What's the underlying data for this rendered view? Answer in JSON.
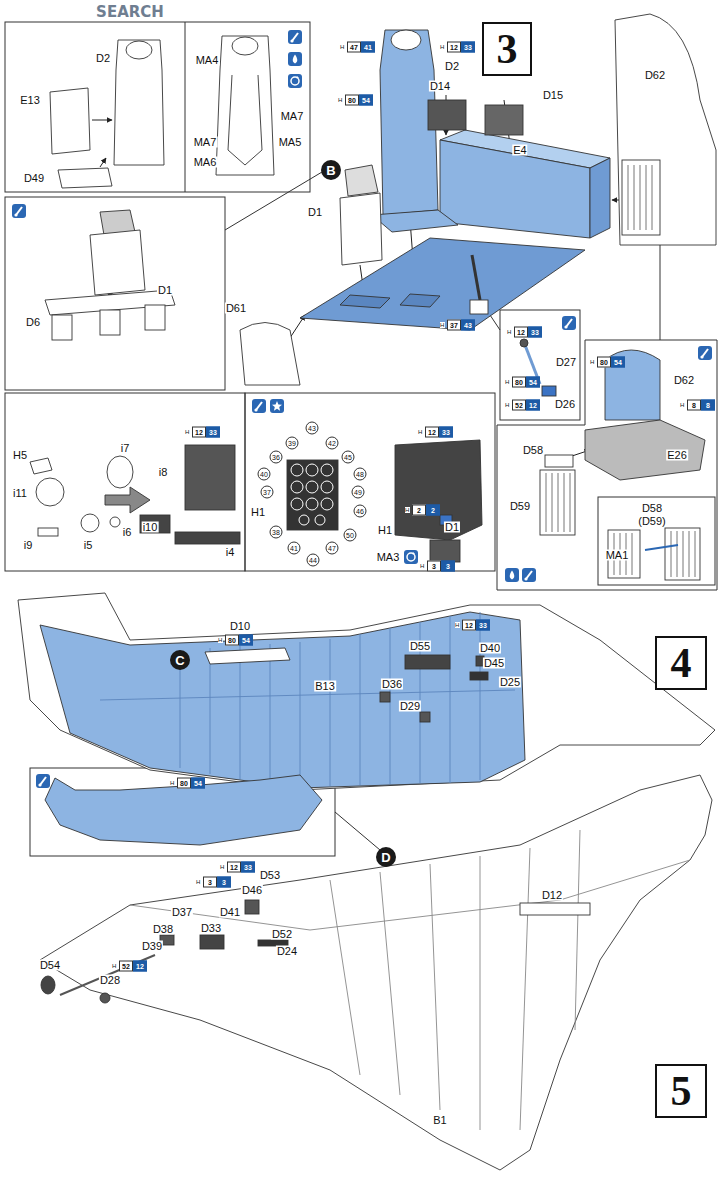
{
  "diagram": {
    "nodes": [
      {
        "text": [
          "3"
        ]
      },
      {
        "text": [
          "B"
        ]
      },
      {
        "text": [
          "C"
        ]
      },
      {
        "text": [
          "4"
        ]
      },
      {
        "text": [
          "D"
        ]
      },
      {
        "text": [
          "5"
        ]
      }
    ],
    "labels": [
      "SEARCH",
      "D2",
      "E13",
      "D49",
      "MA4",
      "MA7",
      "MA7",
      "MA5",
      "MA6",
      "H",
      "47",
      "41",
      "H",
      "12",
      "33",
      "D2",
      "D14",
      "D15",
      "D62",
      "H",
      "80",
      "54",
      "E4",
      "D1",
      "D61",
      "H",
      "37",
      "43",
      "D6",
      "D1",
      "H",
      "12",
      "33",
      "H5",
      "i7",
      "i11",
      "i8",
      "i9",
      "i5",
      "i6",
      "i10",
      "i4",
      "43",
      "39",
      "42",
      "36",
      "45",
      "40",
      "48",
      "37",
      "49",
      "46",
      "38",
      "41",
      "47",
      "50",
      "44",
      "H1",
      "H1",
      "MA3",
      "D1",
      "H",
      "12",
      "33",
      "H",
      "2",
      "2",
      "H",
      "3",
      "3",
      "H",
      "12",
      "33",
      "D27",
      "H",
      "80",
      "54",
      "D26",
      "H",
      "52",
      "12",
      "H",
      "80",
      "54",
      "D62",
      "H",
      "8",
      "8",
      "D58",
      "E26",
      "D59",
      "D58",
      "(D59)",
      "MA1",
      "D10",
      "H",
      "80",
      "54",
      "B13",
      "H",
      "12",
      "33",
      "D55",
      "D40",
      "D45",
      "D36",
      "D25",
      "D29",
      "H",
      "80",
      "54",
      "H",
      "12",
      "33",
      "H",
      "3",
      "3",
      "D53",
      "D46",
      "D37",
      "D41",
      "D38",
      "D33",
      "D52",
      "D39",
      "D24",
      "D54",
      "H",
      "52",
      "12",
      "D28",
      "D12",
      "B1"
    ]
  }
}
